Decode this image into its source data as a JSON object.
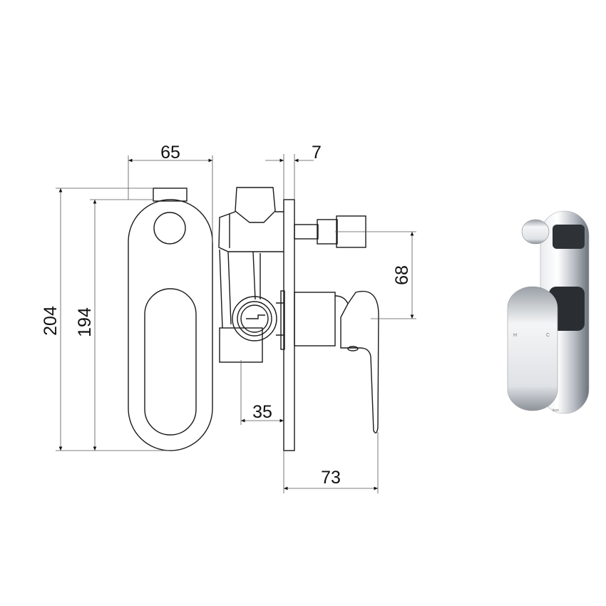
{
  "dimensions": {
    "width_front": "65",
    "plate_thickness": "7",
    "overall_height": "204",
    "plate_height": "194",
    "spindle_spacing": "68",
    "body_depth": "35",
    "projection": "73"
  },
  "photo": {
    "hot_label": "H",
    "cold_label": "C",
    "brand": "ikon"
  },
  "colors": {
    "line": "#1a1a1a",
    "chrome": "#c8ccd2"
  }
}
